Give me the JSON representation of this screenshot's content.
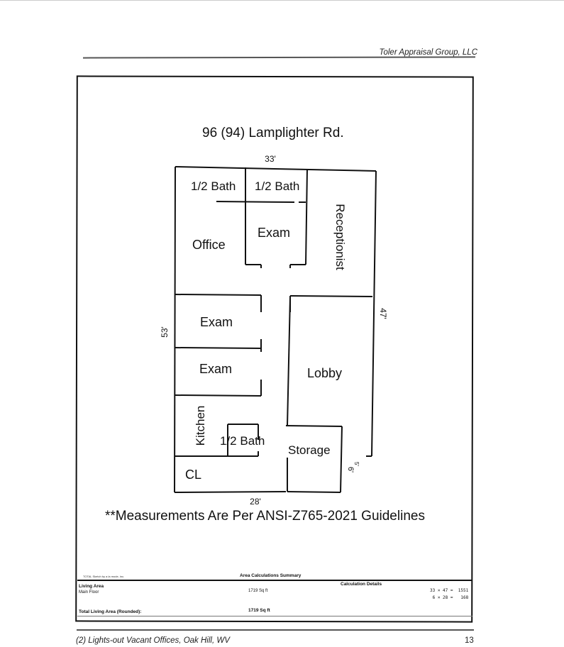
{
  "header": {
    "company": "Toler Appraisal Group, LLC"
  },
  "sketch": {
    "title": "96 (94) Lamplighter Rd.",
    "dimensions": {
      "top": "33'",
      "left": "53'",
      "right": "47'",
      "bottom": "28'",
      "storage_side": "6'",
      "storage_side_small": "5'"
    },
    "rooms": {
      "half_bath_1": "1/2 Bath",
      "half_bath_2": "1/2 Bath",
      "office": "Office",
      "exam_1": "Exam",
      "receptionist": "Receptionist",
      "exam_2": "Exam",
      "exam_3": "Exam",
      "lobby": "Lobby",
      "kitchen": "Kitchen",
      "half_bath_3": "1/2 Bath",
      "storage": "Storage",
      "cl": "CL"
    },
    "measurement_note": "**Measurements Are Per ANSI-Z765-2021 Guidelines",
    "credit": "TOTAL Sketch by a la mode, inc."
  },
  "area_summary": {
    "title": "Area Calculations Summary",
    "living_area_label": "Living Area",
    "main_floor_label": "Main Floor",
    "main_floor_sqft": "1719 Sq ft",
    "calc_details_title": "Calculation Details",
    "calc_lines": [
      "33 × 47 =  1551",
      " 6 × 28 =   168"
    ],
    "total_label": "Total Living Area (Rounded):",
    "total_sqft": "1719 Sq ft"
  },
  "footer": {
    "left": "(2) Lights-out Vacant Offices, Oak Hill, WV",
    "page_number": "13"
  }
}
